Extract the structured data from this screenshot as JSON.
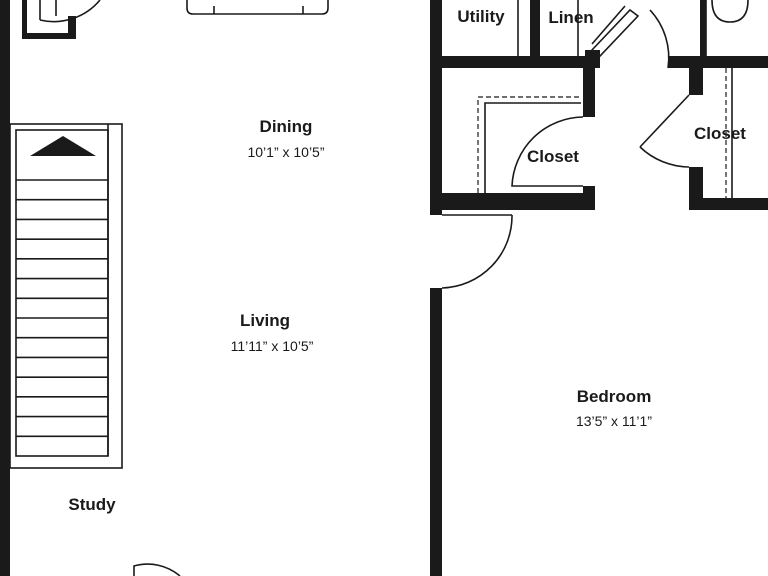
{
  "rooms": {
    "utility": {
      "name": "Utility"
    },
    "linen": {
      "name": "Linen"
    },
    "dining": {
      "name": "Dining",
      "dimensions": "10’1” x 10’5”"
    },
    "living": {
      "name": "Living",
      "dimensions": "11’11” x 10’5”"
    },
    "closet_left": {
      "name": "Closet"
    },
    "closet_right": {
      "name": "Closet"
    },
    "bedroom": {
      "name": "Bedroom",
      "dimensions": "13’5” x 11’1”"
    },
    "study": {
      "name": "Study"
    }
  },
  "stairs": {
    "treads": 14,
    "direction": "up"
  },
  "colors": {
    "wall": "#1a1a1a",
    "background": "#ffffff"
  }
}
